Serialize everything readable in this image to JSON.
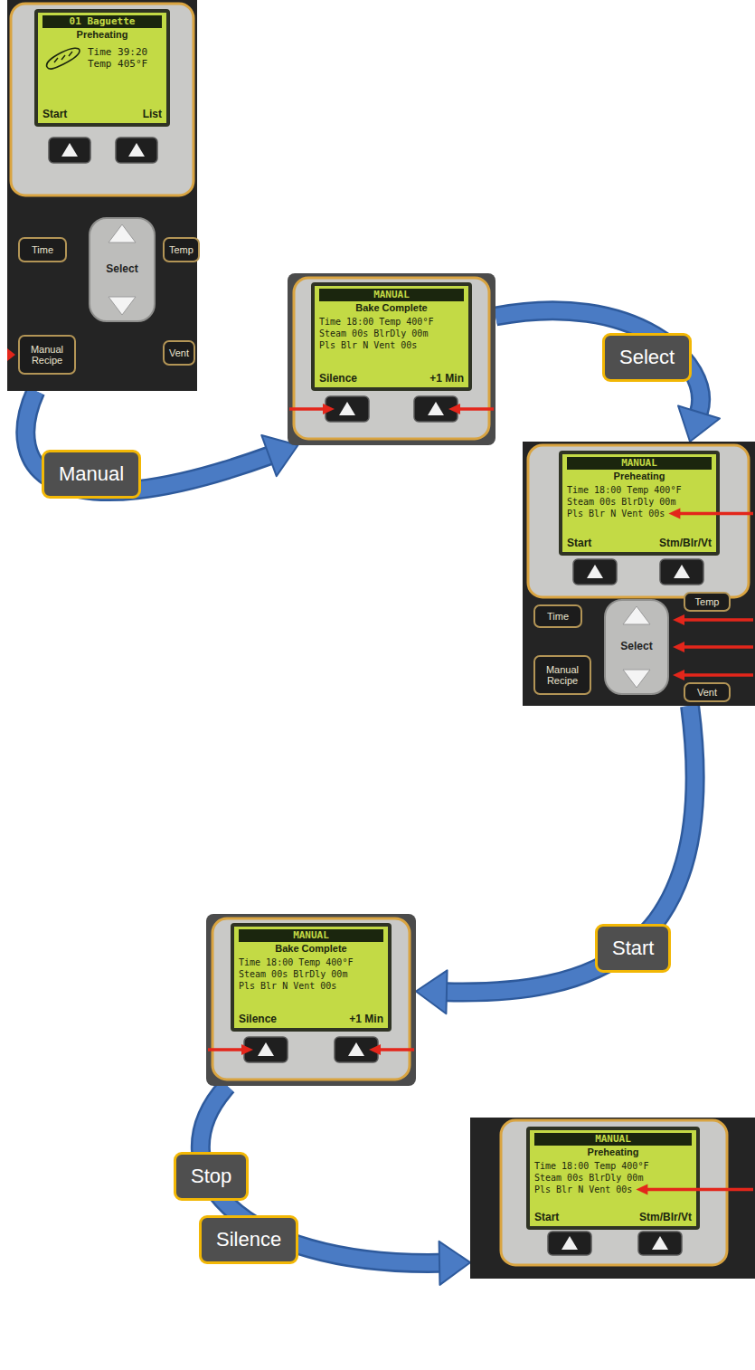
{
  "diagram": {
    "nodes": [
      {
        "text": [
          "01 Baguette",
          "Preheating",
          "Time 39:20",
          "Temp 405°F",
          "Start",
          "List"
        ]
      },
      {
        "text": [
          "Time"
        ],
        "in": 0
      },
      {
        "text": [
          "Select"
        ],
        "in": 0
      },
      {
        "text": [
          "Temp"
        ],
        "in": 0
      },
      {
        "text": [
          "Manual Recipe"
        ],
        "in": 0
      },
      {
        "text": [
          "Vent"
        ],
        "in": 0
      },
      {
        "text": [
          "MANUAL",
          "Bake Complete",
          "Time 18:00 Temp 400°F",
          "Steam 00s BlrDly 00m",
          "Pls Blr N Vent 00s",
          "Silence",
          "+1 Min"
        ]
      },
      {
        "text": [
          "MANUAL",
          "Preheating",
          "Time 18:00 Temp 400°F",
          "Steam 00s BlrDly 00m",
          "Pls Blr N Vent 00s",
          "Start",
          "Stm/Blr/Vt"
        ]
      },
      {
        "text": [
          "Time"
        ],
        "in": 7
      },
      {
        "text": [
          "Select"
        ],
        "in": 7
      },
      {
        "text": [
          "Temp"
        ],
        "in": 7
      },
      {
        "text": [
          "Manual Recipe"
        ],
        "in": 7
      },
      {
        "text": [
          "Vent"
        ],
        "in": 7
      },
      {
        "text": [
          "MANUAL",
          "Bake Complete",
          "Time 18:00 Temp 400°F",
          "Steam 00s BlrDly 00m",
          "Pls Blr N Vent 00s",
          "Silence",
          "+1 Min"
        ]
      },
      {
        "text": [
          "MANUAL",
          "Preheating",
          "Time 18:00 Temp 400°F",
          "Steam 00s BlrDly 00m",
          "Pls Blr N Vent 00s",
          "Start",
          "Stm/Blr/Vt"
        ]
      }
    ],
    "edges": [
      {
        "from": 0,
        "to": 6,
        "arrow": "to",
        "label": "Manual"
      },
      {
        "from": 6,
        "to": 7,
        "arrow": "to",
        "label": "Select"
      },
      {
        "from": 7,
        "to": 13,
        "arrow": "to",
        "label": "Start"
      },
      {
        "from": 13,
        "to": 14,
        "arrow": "to",
        "label": "Stop"
      }
    ],
    "labels": [
      "Silence"
    ]
  }
}
